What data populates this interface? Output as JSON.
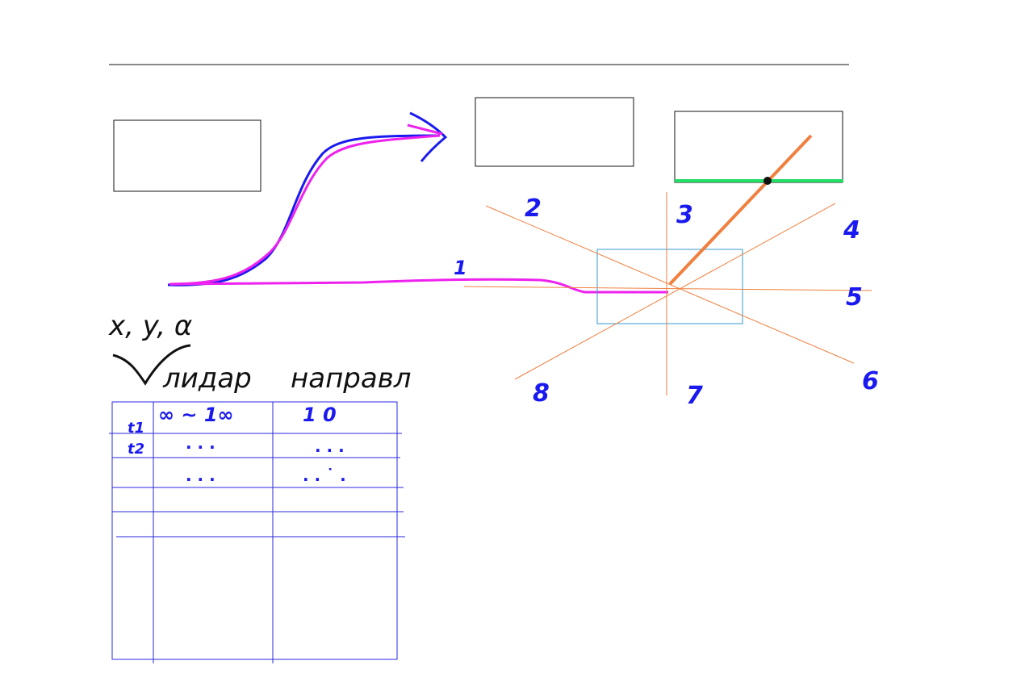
{
  "colors": {
    "background": "#ffffff",
    "ink_black": "#111111",
    "ink_blue": "#1a1af0",
    "magenta": "#ee22ee",
    "orange": "#f08040",
    "green": "#22dd66",
    "box_blue": "#3399cc",
    "table_blue": "#2a2ae0"
  },
  "direction_labels": {
    "d1": "1",
    "d2": "2",
    "d3": "3",
    "d4": "4",
    "d5": "5",
    "d6": "6",
    "d7": "7",
    "d8": "8"
  },
  "notes": {
    "coords": "x, y, α",
    "column_dist": "лидар",
    "column_dir": "направл"
  },
  "table": {
    "row_labels": [
      "t1",
      "t2"
    ],
    "rows": [
      {
        "dist": "∞ ~ 1∞",
        "dir": "1 0"
      },
      {
        "dist": ". . .",
        "dir": ". . ."
      },
      {
        "dist": ". . .",
        "dir": ". . ˙ ."
      }
    ]
  },
  "icons": [
    "arrow-right-icon",
    "checkmark-icon",
    "intersection-dot-icon"
  ]
}
